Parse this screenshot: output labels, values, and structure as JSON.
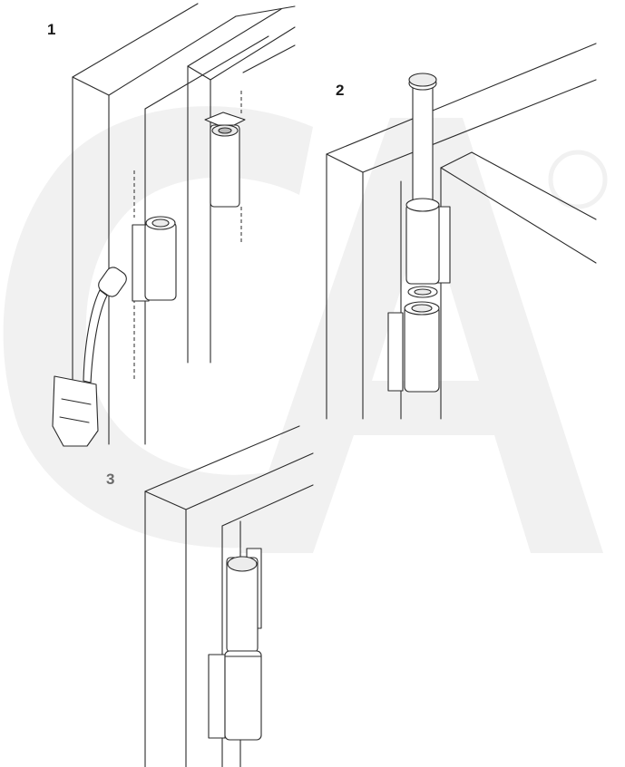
{
  "figure": {
    "steps": [
      {
        "number": "1"
      },
      {
        "number": "2"
      },
      {
        "number": "3"
      }
    ],
    "watermark": {
      "letters": "CA",
      "registered_mark": "®"
    },
    "colors": {
      "line": "#2a2a2a",
      "watermark": "#f1f1f1",
      "background": "#ffffff"
    }
  }
}
